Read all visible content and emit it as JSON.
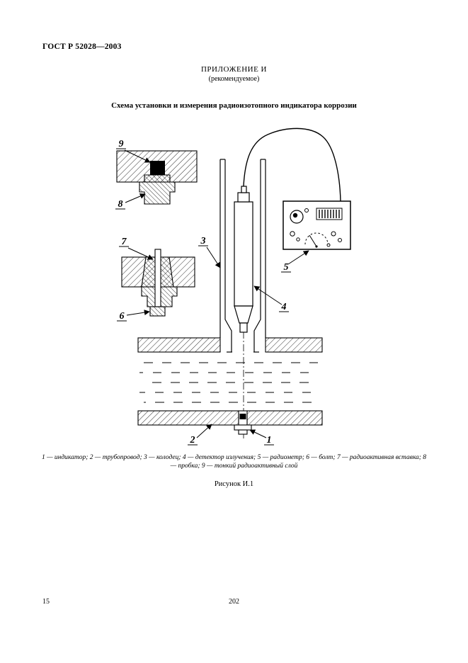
{
  "page": {
    "doc_number": "ГОСТ Р 52028—2003",
    "appendix": {
      "title": "ПРИЛОЖЕНИЕ И",
      "note": "(рекомендуемое)"
    },
    "figure": {
      "title": "Схема установки и измерения радиоизотопного индикатора коррозии",
      "caption": "1 — индикатор; 2 — трубопровод; 3 — колодец; 4 — детектор излучения; 5 — радиометр; 6 — болт; 7 — радиоактивная вставка; 8 — пробка; 9 — тонкий радиоактивный слой",
      "label": "Рисунок И.1"
    },
    "footer": {
      "page_left": "15",
      "page_center": "202"
    }
  },
  "diagram": {
    "callouts": {
      "c1": "1",
      "c2": "2",
      "c3": "3",
      "c4": "4",
      "c5": "5",
      "c6": "6",
      "c7": "7",
      "c8": "8",
      "c9": "9"
    }
  }
}
